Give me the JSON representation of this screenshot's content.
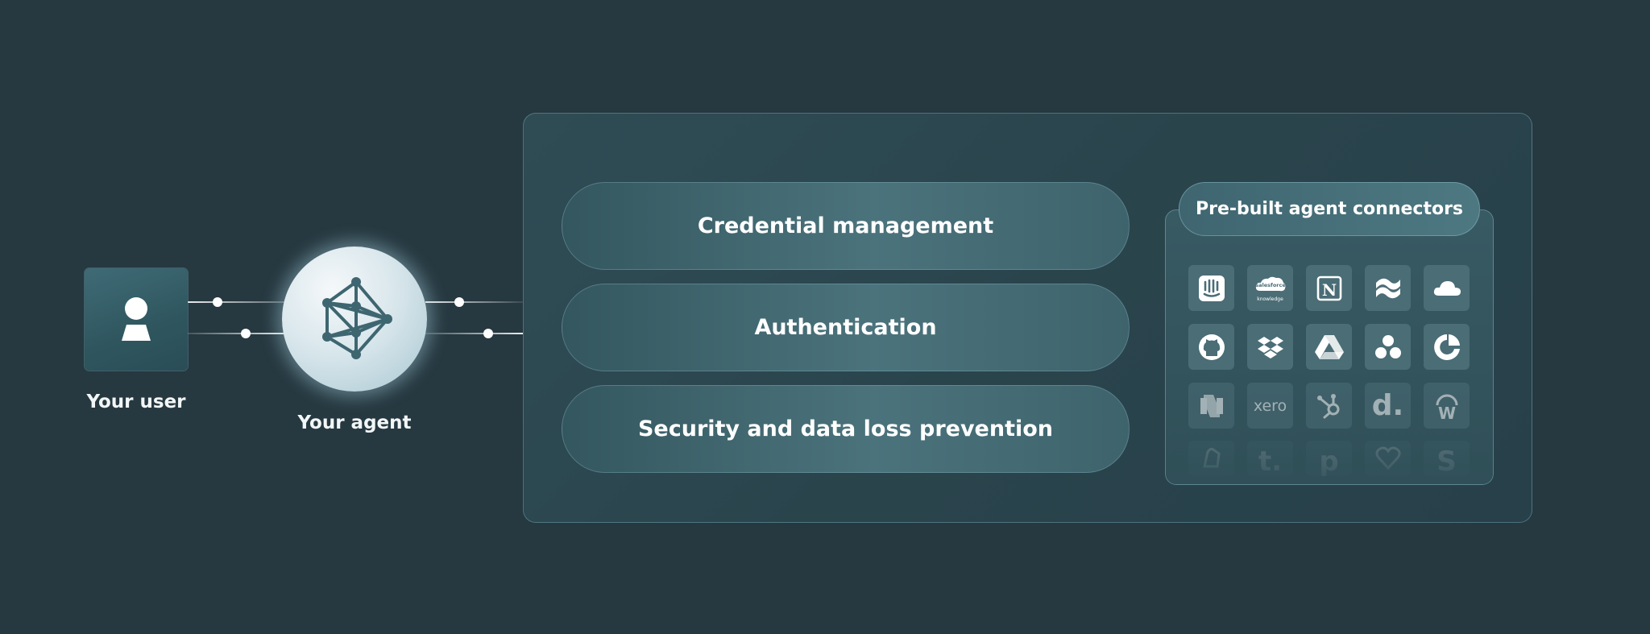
{
  "user": {
    "label": "Your user"
  },
  "agent": {
    "label": "Your agent"
  },
  "capabilities": [
    {
      "label": "Credential management"
    },
    {
      "label": "Authentication"
    },
    {
      "label": "Security and data loss prevention"
    }
  ],
  "connectors": {
    "title": "Pre-built agent connectors",
    "row1": [
      "intercom-icon",
      "salesforce-knowledge-icon",
      "notion-icon",
      "confluence-icon",
      "cloud-icon"
    ],
    "row2": [
      "github-icon",
      "dropbox-icon",
      "google-drive-icon",
      "asana-icon",
      "clockwise-icon"
    ],
    "row3": [
      "netsuite-icon",
      "xero-icon",
      "hubspot-icon",
      "dialpad-icon",
      "workday-icon"
    ],
    "row4": [
      "shopify-icon",
      "tiktok-icon",
      "pipedrive-icon",
      "heart-icon",
      "stripe-icon"
    ],
    "salesforce_text": "salesforce",
    "salesforce_sub": "knowledge",
    "xero_text": "xero"
  },
  "colors": {
    "background": "#263840",
    "panel": "#2c474f",
    "accent": "#4a6d76"
  }
}
